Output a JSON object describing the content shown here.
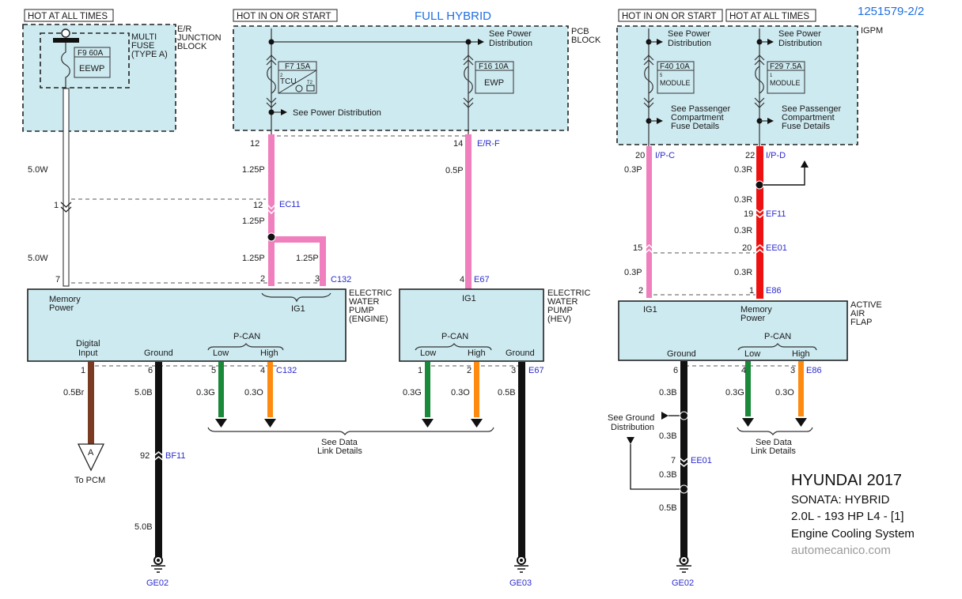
{
  "page": {
    "title": "FULL HYBRID",
    "page_number": "1251579-2/2"
  },
  "footer": {
    "make_year": "HYUNDAI 2017",
    "model": "SONATA: HYBRID",
    "engine": "2.0L - 193 HP L4 - [1]",
    "system": "Engine Cooling System",
    "site": "automecanico.com"
  },
  "headers": {
    "er_hot": "HOT AT ALL TIMES",
    "pcb_hot": "HOT IN ON OR START",
    "igpm_hot1": "HOT IN ON OR START",
    "igpm_hot2": "HOT AT ALL TIMES"
  },
  "blocks": {
    "er": {
      "name_lines": [
        "E/R",
        "JUNCTION",
        "BLOCK"
      ],
      "multifuse_lines": [
        "MULTI",
        "FUSE",
        "(TYPE A)"
      ],
      "fuse_id": "F9 60A",
      "fuse_label": "EEWP"
    },
    "pcb": {
      "name_lines": [
        "PCB",
        "BLOCK"
      ],
      "see_power_top": [
        "See Power",
        "Distribution"
      ],
      "see_power_mid": "See Power Distribution",
      "fuse1": {
        "id": "F7 15A",
        "num": "2",
        "label": "TCU",
        "tag": "T2"
      },
      "fuse2": {
        "id": "F16 10A",
        "label": "EWP"
      }
    },
    "igpm": {
      "name": "IGPM",
      "see_power": [
        "See Power",
        "Distribution"
      ],
      "see_passenger": [
        "See Passenger",
        "Compartment",
        "Fuse Details"
      ],
      "fuse1": {
        "id": "F40 10A",
        "num": "5",
        "label": "MODULE"
      },
      "fuse2": {
        "id": "F29 7.5A",
        "num": "1",
        "label": "MODULE"
      }
    }
  },
  "components": {
    "ewp_engine": {
      "name_lines": [
        "ELECTRIC",
        "WATER",
        "PUMP",
        "(ENGINE)"
      ],
      "pins": {
        "memory_power": [
          "Memory",
          "Power"
        ],
        "ig1": "IG1",
        "digital_input": [
          "Digital",
          "Input"
        ],
        "ground": "Ground",
        "pcan": "P-CAN",
        "low": "Low",
        "high": "High"
      }
    },
    "ewp_hev": {
      "name_lines": [
        "ELECTRIC",
        "WATER",
        "PUMP",
        "(HEV)"
      ],
      "pins": {
        "ig1": "IG1",
        "pcan": "P-CAN",
        "low": "Low",
        "high": "High",
        "ground": "Ground"
      }
    },
    "aaf": {
      "name_lines": [
        "ACTIVE",
        "AIR",
        "FLAP"
      ],
      "pins": {
        "ig1": "IG1",
        "memory_power": [
          "Memory",
          "Power"
        ],
        "pcan": "P-CAN",
        "low": "Low",
        "high": "High",
        "ground": "Ground"
      }
    }
  },
  "wires": {
    "w1": {
      "pin_top": "1",
      "pin_bot": "7",
      "gauge1": "5.0W",
      "gauge2": "5.0W",
      "color": "#ffffff"
    },
    "w2": {
      "pin_top": "12",
      "pin_mid": "12",
      "conn_mid": "EC11",
      "gauge1": "1.25P",
      "gauge2": "1.25P",
      "gauge3": "1.25P",
      "gauge4": "1.25P",
      "pin_a": "2",
      "pin_b": "3",
      "conn_bot": "C132",
      "color": "#f07fbe"
    },
    "w3": {
      "pin_top": "14",
      "conn_top": "E/R-F",
      "gauge": "0.5P",
      "pin_bot": "4",
      "conn_bot": "E67",
      "color": "#f07fbe"
    },
    "w4": {
      "pin_top": "20",
      "conn_top": "I/P-C",
      "gauge1": "0.3P",
      "pin_mid": "15",
      "gauge2": "0.3P",
      "pin_bot": "2",
      "color": "#f07fbe"
    },
    "w5": {
      "pin_top": "22",
      "conn_top": "I/P-D",
      "gauge1": "0.3R",
      "gauge2": "0.3R",
      "pin_ef": "19",
      "conn_ef": "EF11",
      "gauge3": "0.3R",
      "pin_ee": "20",
      "conn_ee": "EE01",
      "gauge4": "0.3R",
      "pin_bot": "1",
      "conn_bot": "E86",
      "color": "#ee1111"
    },
    "engine_bottom": {
      "digital": {
        "pin": "1",
        "gauge": "0.5Br",
        "color": "#7a3b22"
      },
      "ground": {
        "pin": "6",
        "gauge": "5.0B",
        "pin_bf": "92",
        "conn_bf": "BF11",
        "gauge2": "5.0B",
        "ground_id": "GE02"
      },
      "low": {
        "pin": "5",
        "gauge": "0.3G",
        "color": "#1a8a3a"
      },
      "high": {
        "pin": "4",
        "gauge": "0.3O",
        "color": "#ff8a10"
      },
      "conn": "C132"
    },
    "hev_bottom": {
      "low": {
        "pin": "1",
        "gauge": "0.3G"
      },
      "high": {
        "pin": "2",
        "gauge": "0.3O"
      },
      "ground": {
        "pin": "3",
        "gauge": "0.5B",
        "ground_id": "GE03"
      },
      "conn": "E67"
    },
    "aaf_bottom": {
      "ground": {
        "pin": "6",
        "gauge1": "0.3B",
        "gauge2": "0.3B",
        "pin_ee": "7",
        "conn_ee": "EE01",
        "gauge3": "0.3B",
        "gauge4": "0.5B",
        "ground_id": "GE02"
      },
      "low": {
        "pin": "4",
        "gauge": "0.3G"
      },
      "high": {
        "pin": "3",
        "gauge": "0.3O"
      },
      "conn": "E86"
    }
  },
  "refs": {
    "to_pcm_letter": "A",
    "to_pcm": "To PCM",
    "see_data_link": [
      "See Data",
      "Link Details"
    ],
    "see_ground": [
      "See Ground",
      "Distribution"
    ]
  }
}
